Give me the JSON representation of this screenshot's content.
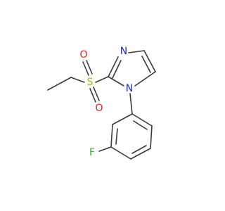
{
  "molecule": {
    "atoms": {
      "N_imine": {
        "symbol": "N",
        "color": "#1f2bd6"
      },
      "N_ring": {
        "symbol": "N",
        "color": "#1f2bd6"
      },
      "S": {
        "symbol": "S",
        "color": "#b8b200"
      },
      "O_top": {
        "symbol": "O",
        "color": "#e0241b"
      },
      "O_bottom": {
        "symbol": "O",
        "color": "#e0241b"
      },
      "F": {
        "symbol": "F",
        "color": "#3fae2a"
      }
    },
    "bond_color": "#3a3a3a",
    "background": "#ffffff"
  }
}
